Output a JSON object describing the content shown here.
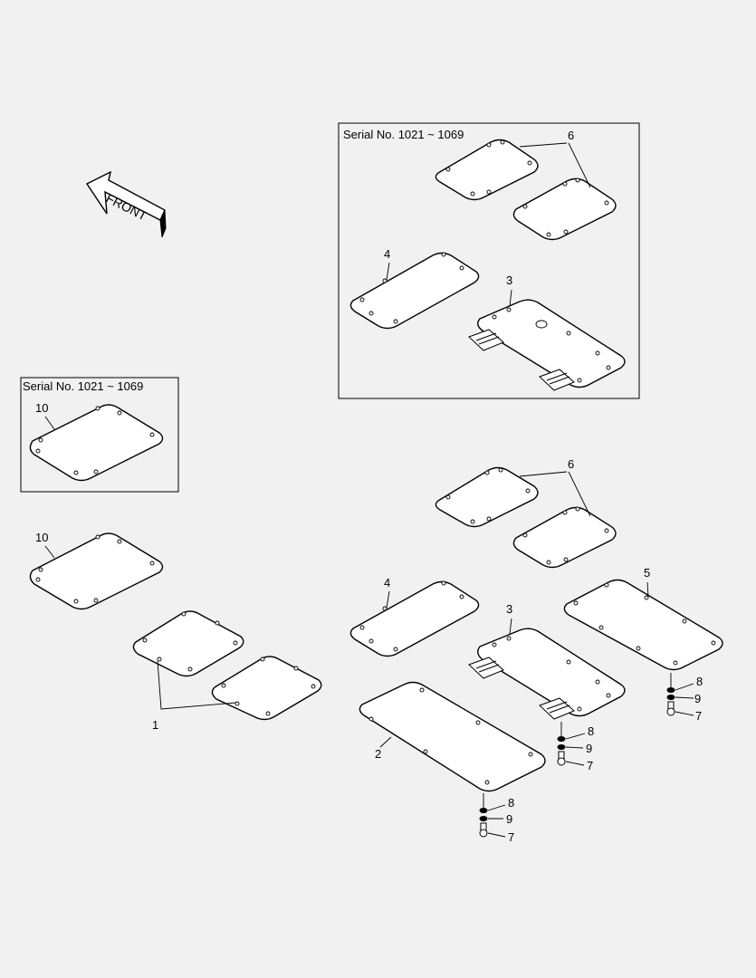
{
  "front_label": "FRONT",
  "inset_top": {
    "caption": "Serial No. 1021 ~ 1069",
    "labels": [
      "6",
      "4",
      "3"
    ]
  },
  "inset_left": {
    "caption": "Serial No. 1021 ~ 1069",
    "labels": [
      "10"
    ]
  },
  "callouts": {
    "p1": "1",
    "p2": "2",
    "p3": "3",
    "p4": "4",
    "p5": "5",
    "p6": "6",
    "p10": "10",
    "hw_a": [
      "8",
      "9",
      "7"
    ],
    "hw_b": [
      "8",
      "9",
      "7"
    ],
    "hw_c": [
      "8",
      "9",
      "7"
    ]
  }
}
